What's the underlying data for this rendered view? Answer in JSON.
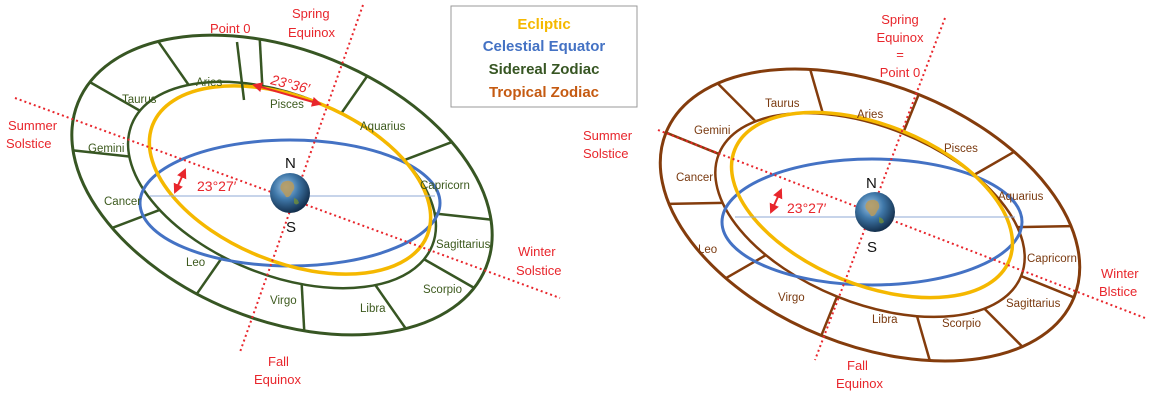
{
  "legend": {
    "ecliptic": "Ecliptic",
    "celestial_equator": "Celestial Equator",
    "sidereal_zodiac": "Sidereal Zodiac",
    "tropical_zodiac": "Tropical Zodiac"
  },
  "colors": {
    "ecliptic": "#f5b800",
    "equator": "#4472c4",
    "sidereal": "#375623",
    "tropical": "#843c0c",
    "annotation": "#e8262c"
  },
  "left": {
    "point_zero": "Point 0",
    "spring_line1": "Spring",
    "spring_line2": "Equinox",
    "summer_line1": "Summer",
    "summer_line2": "Solstice",
    "winter_line1": "Winter",
    "winter_line2": "Solstice",
    "fall_line1": "Fall",
    "fall_line2": "Equinox",
    "ayanamsa": "23°36′",
    "obliquity": "23°27′",
    "north": "N",
    "south": "S",
    "signs": [
      "Aries",
      "Pisces",
      "Aquarius",
      "Capricorn",
      "Sagittarius",
      "Scorpio",
      "Libra",
      "Virgo",
      "Leo",
      "Cancer",
      "Gemini",
      "Taurus"
    ]
  },
  "right": {
    "spring_line1": "Spring",
    "spring_line2": "Equinox",
    "spring_line3": "=",
    "spring_line4": "Point 0",
    "summer_line1": "Summer",
    "summer_line2": "Solstice",
    "winter_line1": "Winter",
    "winter_line2": "Blstice",
    "fall_line1": "Fall",
    "fall_line2": "Equinox",
    "obliquity": "23°27′",
    "north": "N",
    "south": "S",
    "signs": [
      "Aries",
      "Pisces",
      "Aquarius",
      "Capricorn",
      "Sagittarius",
      "Scorpio",
      "Libra",
      "Virgo",
      "Leo",
      "Cancer",
      "Gemini",
      "Taurus"
    ]
  }
}
